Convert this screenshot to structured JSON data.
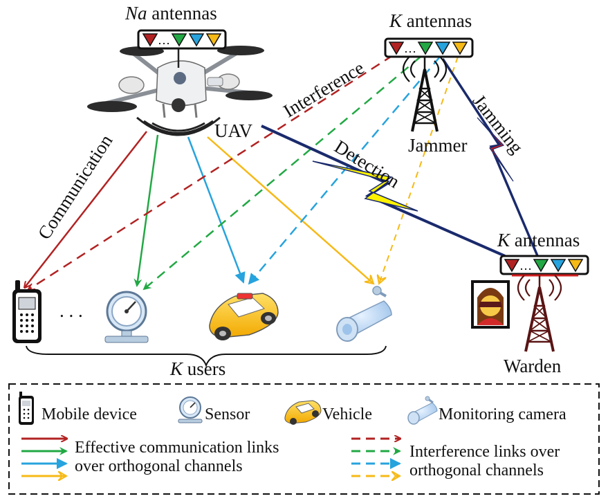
{
  "labels": {
    "uav_antennas_symbol": "Na",
    "antennas_word": "antennas",
    "jammer_antennas_symbol": "K",
    "warden_antennas_symbol": "K",
    "users_symbol": "K",
    "users_word": "users",
    "uav": "UAV",
    "jammer": "Jammer",
    "warden": "Warden",
    "communication": "Communication",
    "interference": "Interference",
    "detection": "Detection",
    "jamming": "Jamming",
    "dots": ". . ."
  },
  "legend": {
    "mobile_device": "Mobile device",
    "sensor": "Sensor",
    "vehicle": "Vehicle",
    "monitoring_camera": "Monitoring camera",
    "effective_line1": "Effective communication links",
    "effective_line2": "over orthogonal channels",
    "interference_line1": "Interference links over",
    "interference_line2": "orthogonal channels"
  },
  "colors": {
    "red": "#b22222",
    "green": "#22a844",
    "blue": "#27a3dd",
    "yellow": "#f6b916",
    "navy": "#1a2a6c",
    "tower": "#111111",
    "warden_tower": "#5a1414"
  },
  "icons": [
    "uav-icon",
    "antenna-array-icon",
    "jammer-tower-icon",
    "warden-tower-icon",
    "warden-avatar-icon",
    "mobile-device-icon",
    "sensor-icon",
    "vehicle-icon",
    "monitoring-camera-icon"
  ]
}
